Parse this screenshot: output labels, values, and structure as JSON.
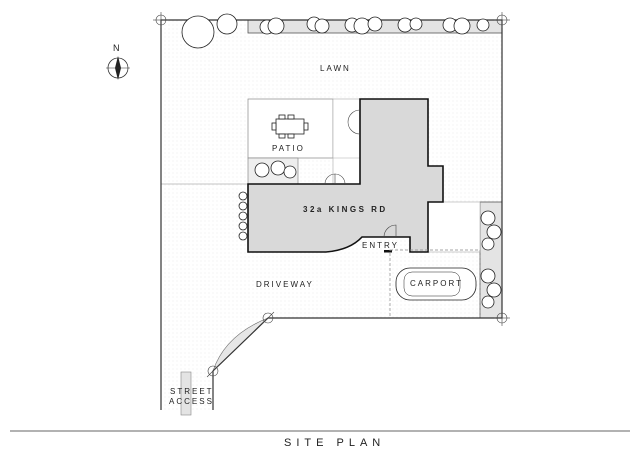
{
  "title": "SITE PLAN",
  "north_label": "N",
  "labels": {
    "lawn": "LAWN",
    "patio": "PATIO",
    "house": "32a KINGS RD",
    "entry": "ENTRY",
    "driveway": "DRIVEWAY",
    "carport": "CARPORT",
    "street_line1": "STREET",
    "street_line2": "ACCESS"
  },
  "colors": {
    "house_fill": "#d9d9d9",
    "outline": "#222222",
    "hedge_fill": "#e4e4e4"
  }
}
